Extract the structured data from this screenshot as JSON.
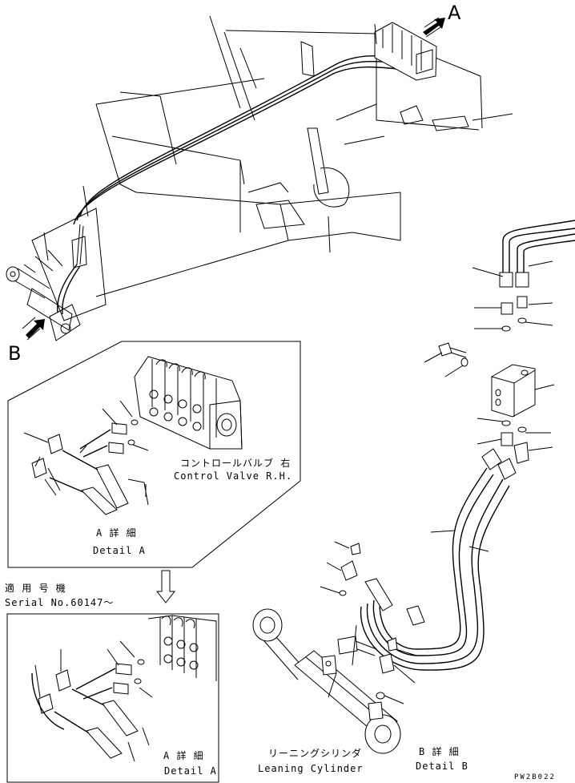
{
  "callouts": {
    "a": "A",
    "b": "B"
  },
  "detail_a": {
    "part_name_jp": "コントロールバルブ 右",
    "part_name_en": "Control Valve R.H.",
    "title_jp": "A 詳 細",
    "title_en": "Detail A"
  },
  "serial": {
    "label_jp": "適 用 号 機",
    "label_en": "Serial No.60147～"
  },
  "detail_a2": {
    "title_jp": "A 詳 細",
    "title_en": "Detail A"
  },
  "detail_b": {
    "part_name_jp": "リーニングシリンダ",
    "part_name_en": "Leaning Cylinder",
    "title_jp": "B 詳 細",
    "title_en": "Detail B"
  },
  "drawing_code": "PW2B022"
}
